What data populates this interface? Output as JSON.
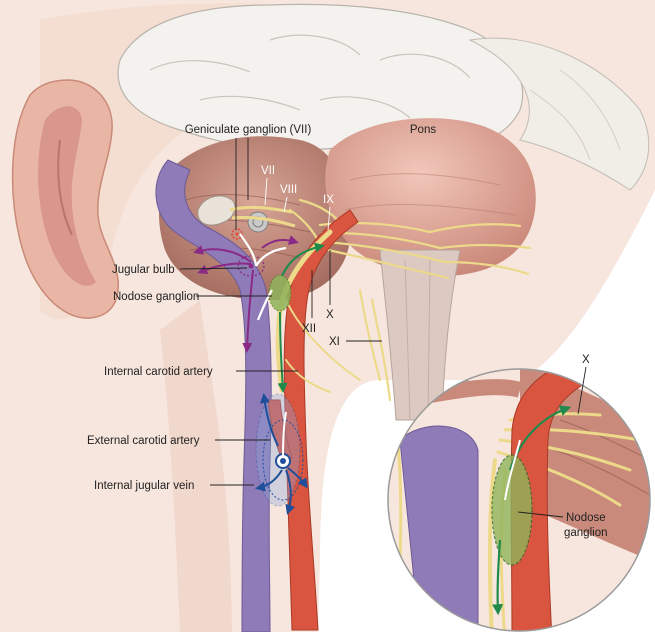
{
  "labels": {
    "geniculate": "Geniculate ganglion (VII)",
    "pons": "Pons",
    "vii": "VII",
    "viii": "VIII",
    "ix": "IX",
    "x": "X",
    "xii": "XII",
    "xi": "XI",
    "jugular_bulb": "Jugular bulb",
    "nodose": "Nodose ganglion",
    "internal_carotid": "Internal carotid artery",
    "external_carotid": "External carotid artery",
    "internal_jugular": "Internal jugular vein",
    "inset_x": "X",
    "inset_nodose_1": "Nodose",
    "inset_nodose_2": "ganglion"
  },
  "colors": {
    "artery": "#d9553f",
    "vein": "#8e7bb8",
    "nerve": "#ecd98a",
    "ganglion": "#8fb45a",
    "flow_purple": "#8b2a86",
    "flow_green": "#1f8a4c",
    "flow_blue": "#1f4f9a",
    "brain": "#f3f0ea",
    "pons": "#e7b4a6",
    "skin": "#f6e0d6"
  }
}
